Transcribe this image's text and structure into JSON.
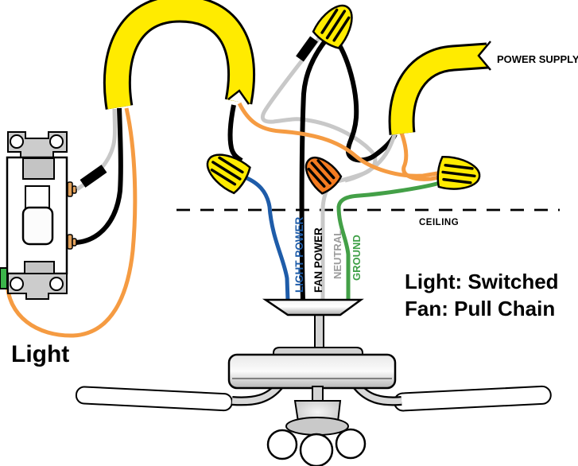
{
  "diagram": {
    "type": "wiring-diagram",
    "subject": "Ceiling fan with light kit wired to a wall switch and power supply",
    "labels": {
      "power_supply": "POWER SUPPLY",
      "ceiling": "CEILING",
      "switch_caption": "Light"
    },
    "notes": {
      "line1": "Light: Switched",
      "line2": "Fan: Pull Chain"
    },
    "wire_labels": [
      {
        "text": "LIGHT POWER",
        "color": "#1E5CA9"
      },
      {
        "text": "FAN POWER",
        "color": "#000000"
      },
      {
        "text": "NEUTRAL",
        "color": "#9B9B9B"
      },
      {
        "text": "GROUND",
        "color": "#3FA047"
      }
    ],
    "colors": {
      "cable_sheath_yellow": "#FFEB00",
      "wire_nut_yellow": "#FFEB00",
      "wire_nut_orange": "#F47B20",
      "wire_black": "#000000",
      "wire_white_gray": "#C8C8C8",
      "wire_orange": "#F59B42",
      "wire_blue": "#1E5CA9",
      "wire_green": "#43A047",
      "ground_screw_green": "#3CB54A",
      "background": "#FFFFFF"
    }
  }
}
